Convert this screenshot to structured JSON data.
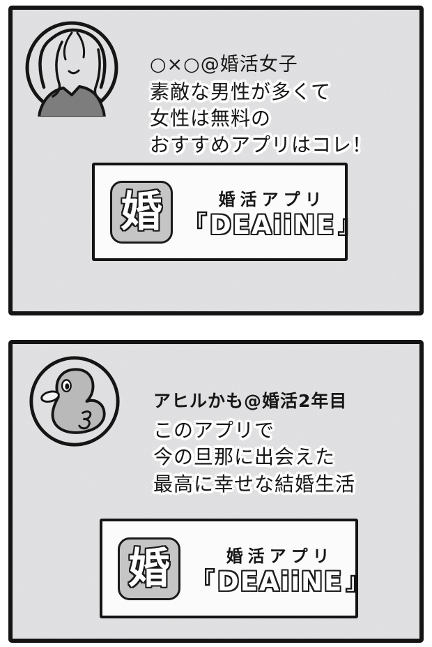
{
  "colors": {
    "page_bg": "#ffffff",
    "panel_bg": "#e3e3e5",
    "panel_border": "#141414",
    "banner_bg": "#fbfbfb",
    "app_icon_bg": "#c5c5c5",
    "ink": "#171717",
    "text_halo": "#ffffff",
    "duck_body": "#b9b9b9",
    "shirt": "#7d7d7d"
  },
  "panels": [
    {
      "avatar_icon": "woman-avatar",
      "handle": "○×○@婚活女子",
      "lines": [
        "素敵な男性が多くて",
        "女性は無料の",
        "おすすめアプリはコレ！"
      ],
      "banner": {
        "icon": "婚",
        "label": "婚活アプリ",
        "open": "『",
        "name": "DEAiiNE",
        "close": "』"
      }
    },
    {
      "avatar_icon": "duck-avatar",
      "handle": "アヒルかも@婚活2年目",
      "lines": [
        "このアプリで",
        "今の旦那に出会えた",
        "最高に幸せな結婚生活"
      ],
      "banner": {
        "icon": "婚",
        "label": "婚活アプリ",
        "open": "『",
        "name": "DEAiiNE",
        "close": "』"
      }
    }
  ]
}
